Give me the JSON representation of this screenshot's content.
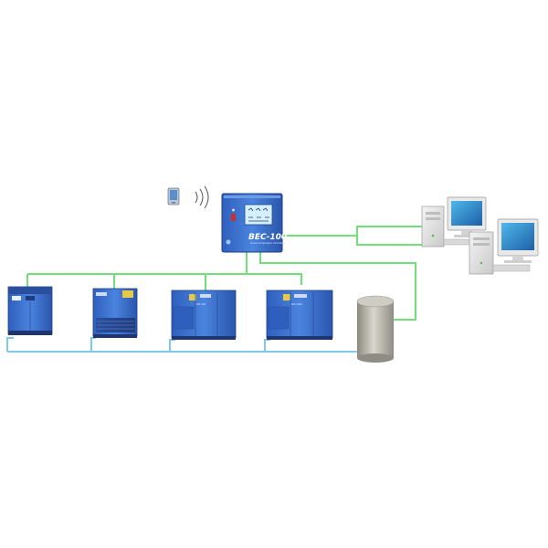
{
  "controller": {
    "model_label": "BEC-100",
    "subtitle": "Screw Compressor Controller"
  },
  "compressors": [
    {
      "tag": ""
    },
    {
      "tag": ""
    },
    {
      "tag": "BLT-100"
    },
    {
      "tag": "BLT-100A"
    }
  ],
  "colors": {
    "pipe_green": "#6fe07a",
    "pipe_blue": "#7fc9ef",
    "machine_blue": "#3a6fcf",
    "machine_dark": "#2a4fa0",
    "tank_gray": "#b9b6ae",
    "screen_teal": "#2b8fc8"
  },
  "icons": {
    "wireless": "wireless-signal-icon",
    "phone": "mobile-phone-icon"
  }
}
